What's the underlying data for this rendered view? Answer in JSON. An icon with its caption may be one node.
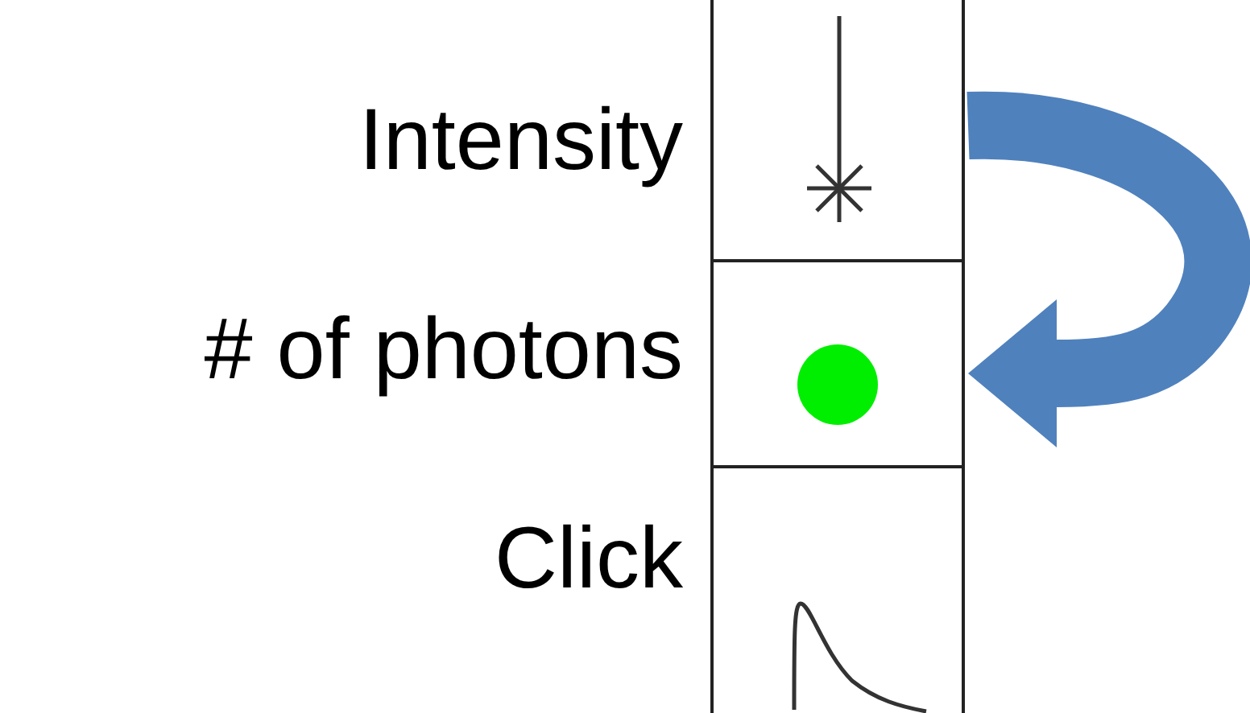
{
  "diagram": {
    "nodes": [
      {
        "text": [],
        "shape": "box",
        "beside": [
          "Intensity"
        ]
      },
      {
        "text": [],
        "shape": "box",
        "beside": [
          "# of photons"
        ]
      },
      {
        "text": [],
        "shape": "box",
        "beside": [
          "Click"
        ]
      }
    ],
    "edges": [
      {
        "from": 0,
        "to": 1,
        "arrow": "to",
        "color": "#4f81bd"
      }
    ]
  }
}
